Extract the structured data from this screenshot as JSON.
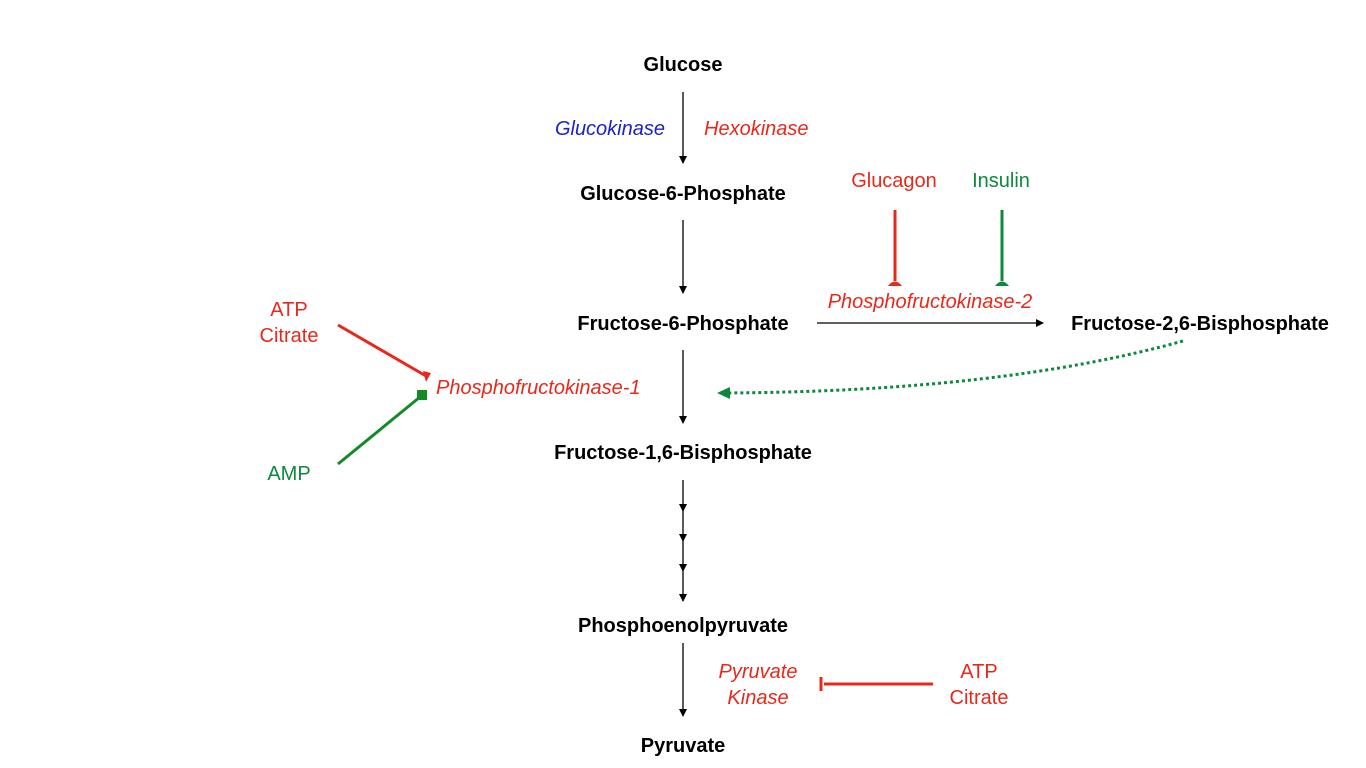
{
  "colors": {
    "black": "#000000",
    "red": "#e8281b",
    "blue": "#1a22c9",
    "green": "#0c8a3c",
    "darkgreen": "#138a25"
  },
  "metabolites": {
    "glucose": "Glucose",
    "g6p": "Glucose-6-Phosphate",
    "f6p": "Fructose-6-Phosphate",
    "f16bp": "Fructose-1,6-Bisphosphate",
    "f26bp": "Fructose-2,6-Bisphosphate",
    "pep": "Phosphoenolpyruvate",
    "pyruvate": "Pyruvate"
  },
  "enzymes": {
    "glucokinase": "Glucokinase",
    "hexokinase": "Hexokinase",
    "pfk1": "Phosphofructokinase-1",
    "pfk2": "Phosphofructokinase-2",
    "pyruvate_kinase_line1": "Pyruvate",
    "pyruvate_kinase_line2": "Kinase"
  },
  "regulators": {
    "glucagon": "Glucagon",
    "insulin": "Insulin",
    "pfk1_inhibitor_line1": "ATP",
    "pfk1_inhibitor_line2": "Citrate",
    "pfk1_activator": "AMP",
    "pk_inhibitor_line1": "ATP",
    "pk_inhibitor_line2": "Citrate"
  }
}
